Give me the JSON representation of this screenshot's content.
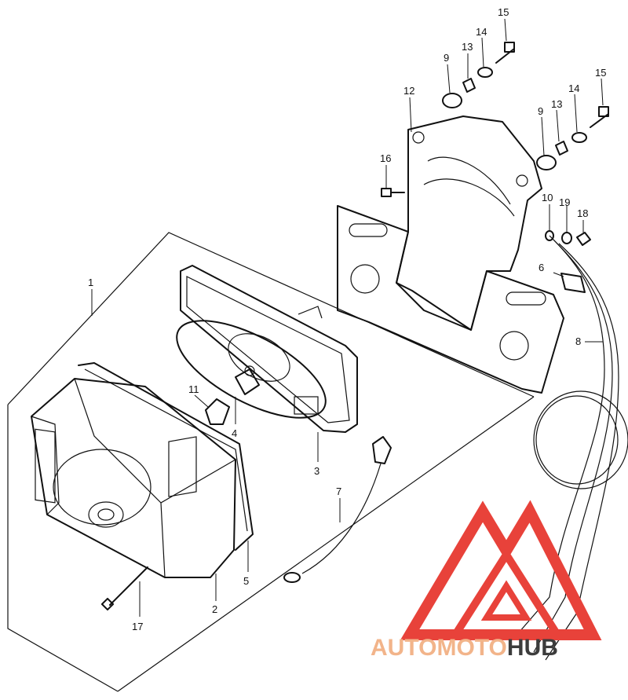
{
  "callouts": [
    "1",
    "2",
    "3",
    "4",
    "5",
    "6",
    "7",
    "8",
    "9",
    "9",
    "10",
    "11",
    "12",
    "13",
    "13",
    "14",
    "14",
    "15",
    "15",
    "16",
    "17",
    "18",
    "19"
  ],
  "watermark": {
    "word_a": "AUTOMOTO",
    "word_b": "HUB",
    "color_red": "#e8423a",
    "color_orange": "#f2b48a",
    "color_dark": "#3c3c3c"
  }
}
